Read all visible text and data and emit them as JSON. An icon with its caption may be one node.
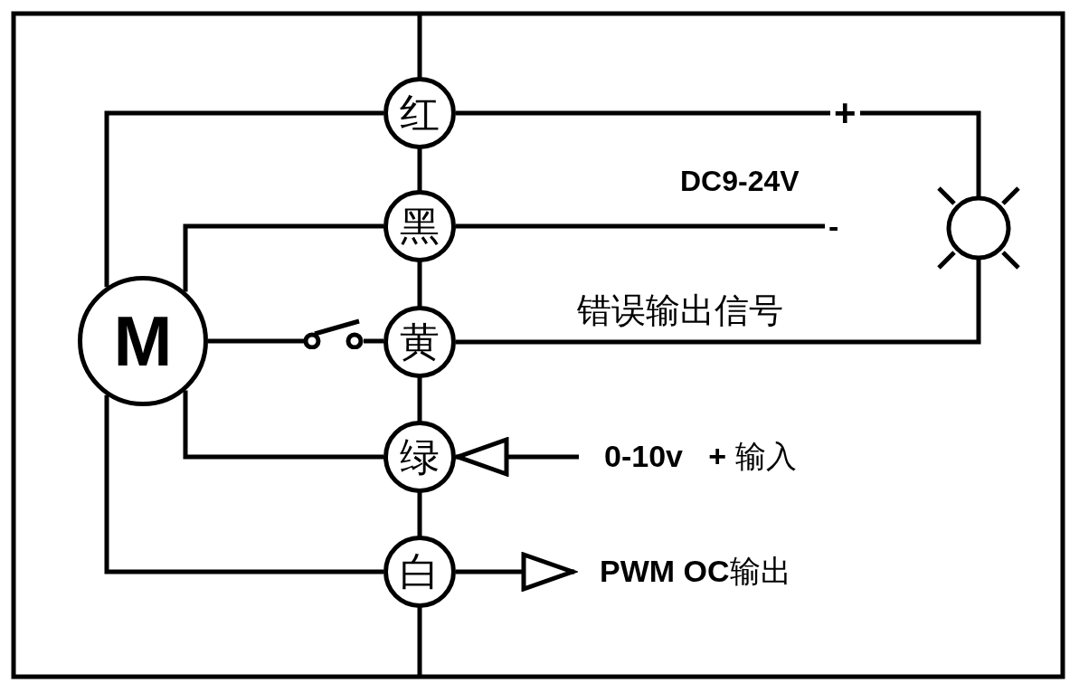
{
  "diagram": {
    "nodes": [
      {
        "text": [
          "M"
        ]
      },
      {
        "text": [
          "红"
        ]
      },
      {
        "text": [
          "黑"
        ]
      },
      {
        "text": [
          "黄"
        ]
      },
      {
        "text": [
          "绿"
        ]
      },
      {
        "text": [
          "白"
        ]
      },
      {
        "text": [],
        "shape": "circle"
      },
      {
        "text": [
          "-"
        ]
      },
      {
        "text": [
          "**0-10v**   **+** 输入"
        ]
      },
      {
        "text": [
          "**PWM OC**输出"
        ]
      },
      {
        "text": [],
        "shape": "switch"
      }
    ],
    "edges": [
      {
        "from": 0,
        "to": 1,
        "arrow": "none"
      },
      {
        "from": 0,
        "to": 2,
        "arrow": "none"
      },
      {
        "from": 0,
        "to": 10,
        "arrow": "none"
      },
      {
        "from": 0,
        "to": 4,
        "arrow": "none"
      },
      {
        "from": 0,
        "to": 5,
        "arrow": "none"
      },
      {
        "from": 1,
        "to": 6,
        "arrow": "none",
        "label": "+"
      },
      {
        "from": 2,
        "to": 7,
        "arrow": "none"
      },
      {
        "from": 10,
        "to": 3,
        "arrow": "none"
      },
      {
        "from": 3,
        "to": 6,
        "arrow": "none"
      },
      {
        "from": 8,
        "to": 4,
        "arrow": "to"
      },
      {
        "from": 5,
        "to": 9,
        "arrow": "to"
      }
    ],
    "labels": [
      "DC9-24V",
      "错误输出信号"
    ]
  }
}
